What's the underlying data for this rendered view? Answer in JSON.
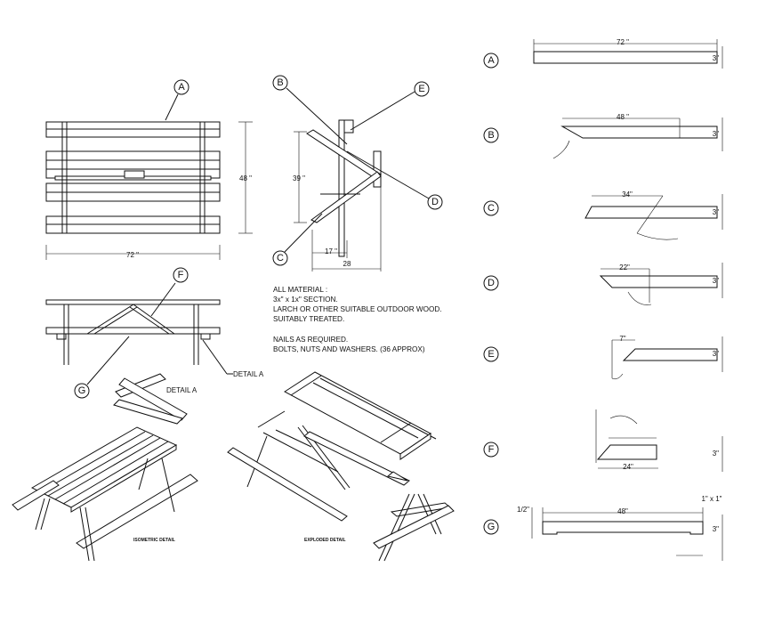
{
  "callouts": {
    "a": "A",
    "b": "B",
    "c": "C",
    "d": "D",
    "e": "E",
    "f": "F",
    "g": "G"
  },
  "top_view": {
    "width_dim": "72 \"",
    "depth_dim": "48 \""
  },
  "side_view": {
    "height_dim": "39 \"",
    "bottom_dim_1": "17 \"",
    "bottom_dim_2": "28"
  },
  "front_view": {
    "detail_label": "DETAIL A"
  },
  "notes": {
    "line1": "ALL MATERIAL :",
    "line2": "3x\" x 1x\" SECTION.",
    "line3": "LARCH OR OTHER SUITABLE OUTDOOR WOOD.",
    "line4": "SUITABLY TREATED.",
    "line5": "NAILS AS REQUIRED.",
    "line6": "BOLTS, NUTS AND WASHERS. (36 APPROX)"
  },
  "detail_a_label": "DETAIL A",
  "iso_caption": "ISOMETRIC DETAIL",
  "exploded_caption": "EXPLODED DETAIL",
  "parts": {
    "a": {
      "label": "A",
      "length": "72 \"",
      "thick": "3\""
    },
    "b": {
      "label": "B",
      "length": "48 \"",
      "thick": "3\""
    },
    "c": {
      "label": "C",
      "length": "34\"",
      "thick": "3\""
    },
    "d": {
      "label": "D",
      "length": "22\"",
      "thick": "3\""
    },
    "e": {
      "label": "E",
      "length": "7\"",
      "thick": "3\""
    },
    "f": {
      "label": "F",
      "length": "24\"",
      "thick": "3\""
    },
    "g": {
      "label": "G",
      "length": "48\"",
      "thick": "3\"",
      "left": "1/2\"",
      "right": "1\" x 1\""
    }
  }
}
